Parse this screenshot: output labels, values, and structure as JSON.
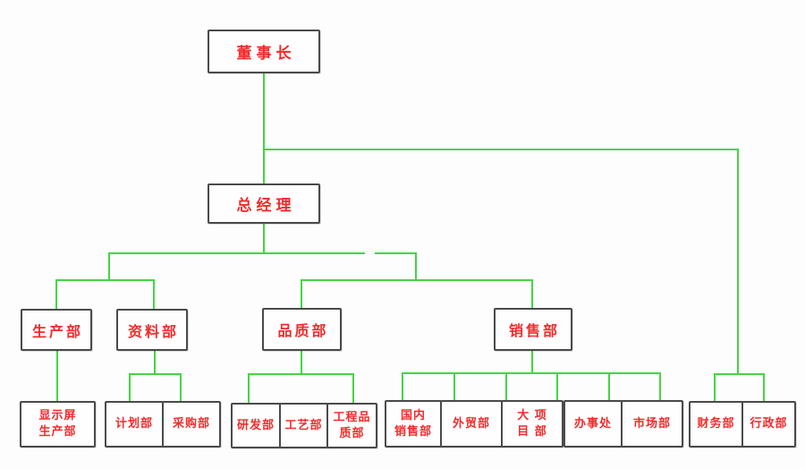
{
  "diagram_type": "org-chart",
  "colors": {
    "connector_green": "#44d544",
    "box_border": "#4a4a4a",
    "label_red": "#f22b2b",
    "background": "#fdfdfd"
  },
  "nodes": {
    "chairman": {
      "label": "董事长"
    },
    "general_manager": {
      "label": "总经理"
    },
    "production": {
      "label": "生产部"
    },
    "materials": {
      "label": "资料部"
    },
    "quality": {
      "label": "品质部"
    },
    "sales": {
      "label": "销售部"
    },
    "display_production": {
      "label": [
        "显示屏",
        "生产部"
      ]
    },
    "planning": {
      "label": "计划部"
    },
    "purchasing": {
      "label": "采购部"
    },
    "rnd": {
      "label": "研发部"
    },
    "process": {
      "label": "工艺部"
    },
    "eng_quality": {
      "label": [
        "工程品",
        "质部"
      ]
    },
    "domestic_sales": {
      "label": [
        "国内",
        "销售部"
      ]
    },
    "foreign_trade": {
      "label": "外贸部"
    },
    "major_projects": {
      "label": [
        "大 项",
        "目 部"
      ]
    },
    "office": {
      "label": "办事处"
    },
    "marketing": {
      "label": "市场部"
    },
    "finance": {
      "label": "财务部"
    },
    "admin": {
      "label": "行政部"
    }
  },
  "hierarchy": {
    "董事长": {
      "总经理": {
        "生产部": [
          "显示屏生产部"
        ],
        "资料部": [
          "计划部",
          "采购部"
        ],
        "品质部": [
          "研发部",
          "工艺部",
          "工程品质部"
        ],
        "销售部": [
          "国内销售部",
          "外贸部",
          "大项目部",
          "办事处",
          "市场部"
        ]
      },
      "_direct": [
        "财务部",
        "行政部"
      ]
    }
  }
}
